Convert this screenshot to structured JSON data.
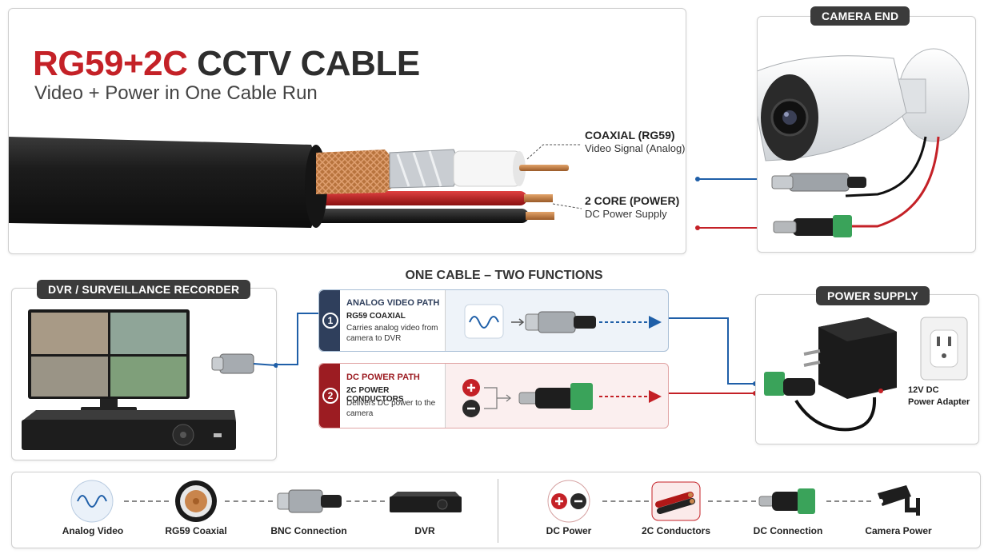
{
  "hero": {
    "title_red": "RG59+2C",
    "title_dark": "CCTV CABLE",
    "subtitle": "Video + Power in One Cable Run",
    "coax_title": "COAXIAL (RG59)",
    "coax_sub": "Video Signal (Analog)",
    "power_title": "2 CORE (POWER)",
    "power_sub": "DC Power Supply"
  },
  "camera": {
    "label": "CAMERA END"
  },
  "center_title": "ONE CABLE – TWO FUNCTIONS",
  "dvr": {
    "label": "DVR / SURVEILLANCE RECORDER"
  },
  "power_supply": {
    "label": "POWER SUPPLY",
    "adapter_line1": "12V DC",
    "adapter_line2": "Power Adapter"
  },
  "paths": {
    "video": {
      "num": "1",
      "title": "ANALOG VIDEO PATH",
      "sub": "RG59 COAXIAL",
      "desc": "Carries analog video from camera to DVR"
    },
    "power": {
      "num": "2",
      "title": "DC POWER PATH",
      "sub": "2C POWER CONDUCTORS",
      "desc": "Delivers DC power to the camera"
    }
  },
  "flow": {
    "left": [
      "Analog Video",
      "RG59 Coaxial",
      "BNC Connection",
      "DVR"
    ],
    "right": [
      "DC Power",
      "2C Conductors",
      "DC Connection",
      "Camera Power"
    ]
  },
  "colors": {
    "accent_red": "#c42127",
    "accent_blue": "#1f5fa8",
    "navy": "#2f3f5c",
    "dark_red": "#9c1c22"
  }
}
